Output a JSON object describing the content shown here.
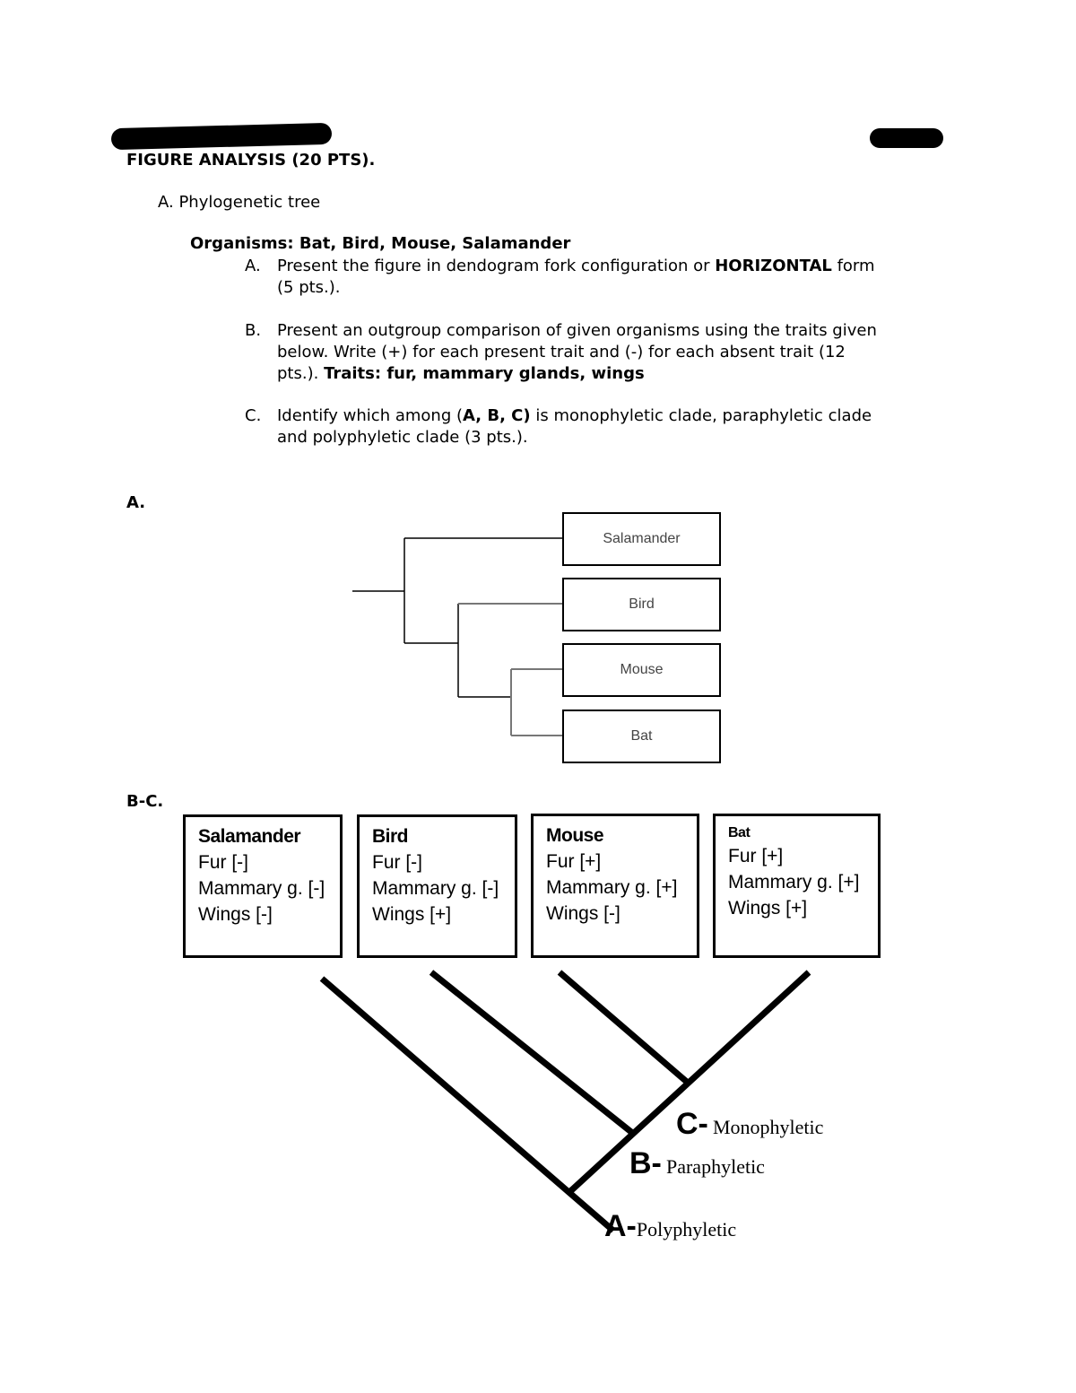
{
  "header": {
    "title": "FIGURE ANALYSIS (20 PTS)."
  },
  "section_a_heading": "A. Phylogenetic tree",
  "organisms_line": "Organisms: Bat, Bird, Mouse, Salamander",
  "instructions": [
    {
      "marker": "A.",
      "line1_pre": "Present the figure in dendogram fork configuration or ",
      "line1_bold": "HORIZONTAL",
      "line1_post": " form",
      "line2": "(5 pts.)."
    },
    {
      "marker": "B.",
      "line1": "Present an outgroup comparison of given organisms using the traits given",
      "line2": "below. Write (+) for each present trait and (-) for each absent trait (12",
      "line3_pre": "pts.). ",
      "line3_bold": "Traits: fur, mammary glands, wings"
    },
    {
      "marker": "C.",
      "line1_pre": "Identify which among (",
      "line1_bold": "A, B, C)",
      "line1_post": " is monophyletic clade, paraphyletic clade",
      "line2": "and polyphyletic clade (3 pts.)."
    }
  ],
  "answer_a_label": "A.",
  "dendrogram": {
    "leaves": [
      "Salamander",
      "Bird",
      "Mouse",
      "Bat"
    ]
  },
  "answer_bc_label": "B-C.",
  "trait_cards": [
    {
      "name": "Salamander",
      "fur": "Fur [-]",
      "mammary": "Mammary g. [-]",
      "wings": "Wings [-]"
    },
    {
      "name": "Bird",
      "fur": "Fur [-]",
      "mammary": "Mammary g. [-]",
      "wings": "Wings [+]"
    },
    {
      "name": "Mouse",
      "fur": "Fur [+]",
      "mammary": "Mammary g. [+]",
      "wings": "Wings [-]"
    },
    {
      "name": "Bat",
      "fur": "Fur [+]",
      "mammary": "Mammary g. [+]",
      "wings": "Wings [+]"
    }
  ],
  "clades": [
    {
      "letter": "C-",
      "label": "Monophyletic"
    },
    {
      "letter": "B-",
      "label": "Paraphyletic"
    },
    {
      "letter": "A-",
      "label": "Polyphyletic"
    }
  ]
}
